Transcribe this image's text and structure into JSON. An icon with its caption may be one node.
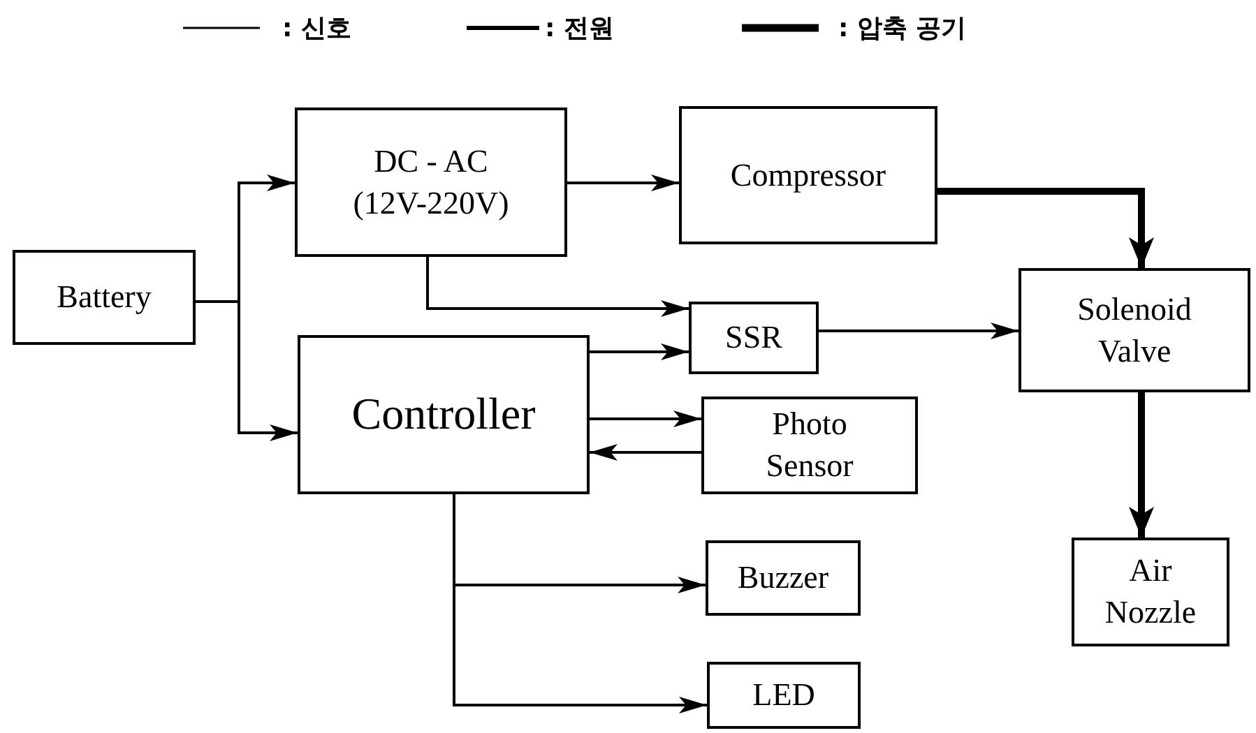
{
  "diagram": {
    "nodes": [
      {
        "text": [
          "Battery"
        ]
      },
      {
        "text": [
          "DC - AC (12V-220V)"
        ]
      },
      {
        "text": [
          "Compressor"
        ]
      },
      {
        "text": [
          "Controller"
        ]
      },
      {
        "text": [
          "SSR"
        ]
      },
      {
        "text": [
          "Photo Sensor"
        ]
      },
      {
        "text": [
          "Solenoid Valve"
        ]
      },
      {
        "text": [
          "Buzzer"
        ]
      },
      {
        "text": [
          "LED"
        ]
      },
      {
        "text": [
          "Air Nozzle"
        ]
      }
    ],
    "edges": [
      {
        "from": 0,
        "to": 1,
        "arrow": "to"
      },
      {
        "from": 0,
        "to": 3,
        "arrow": "to"
      },
      {
        "from": 1,
        "to": 2,
        "arrow": "to"
      },
      {
        "from": 1,
        "to": 4,
        "arrow": "to"
      },
      {
        "from": 3,
        "to": 4,
        "arrow": "to"
      },
      {
        "from": 2,
        "to": 6,
        "arrow": "to",
        "style": "thick"
      },
      {
        "from": 4,
        "to": 6,
        "arrow": "to"
      },
      {
        "from": 3,
        "to": 5,
        "arrow": "to"
      },
      {
        "from": 5,
        "to": 3,
        "arrow": "to"
      },
      {
        "from": 3,
        "to": 7,
        "arrow": "to"
      },
      {
        "from": 3,
        "to": 8,
        "arrow": "to"
      },
      {
        "from": 6,
        "to": 9,
        "arrow": "to",
        "style": "thick"
      }
    ],
    "legend": [
      {
        "text": ": 신호"
      },
      {
        "text": ": 전원"
      },
      {
        "text": ": 압축 공기"
      }
    ]
  }
}
